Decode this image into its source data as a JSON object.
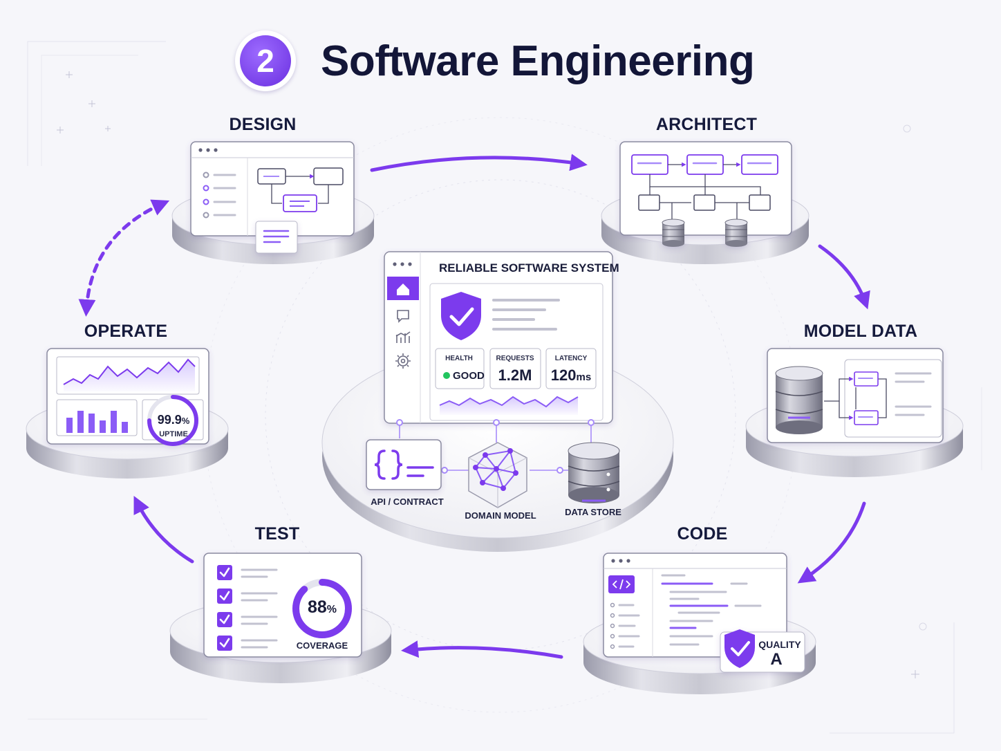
{
  "header": {
    "step_number": "2",
    "title": "Software Engineering"
  },
  "stages": {
    "design": "DESIGN",
    "architect": "ARCHITECT",
    "model_data": "MODEL DATA",
    "code": "CODE",
    "test": "TEST",
    "operate": "OPERATE"
  },
  "center": {
    "title": "RELIABLE SOFTWARE SYSTEM",
    "health_label": "HEALTH",
    "health_value": "GOOD",
    "requests_label": "REQUESTS",
    "requests_value": "1.2M",
    "latency_label": "LATENCY",
    "latency_value": "120",
    "latency_unit": "ms",
    "components": [
      "API / CONTRACT",
      "DOMAIN MODEL",
      "DATA STORE"
    ]
  },
  "operate": {
    "uptime_value": "99.9",
    "uptime_unit": "%",
    "uptime_label": "UPTIME"
  },
  "test": {
    "coverage_value": "88",
    "coverage_unit": "%",
    "coverage_label": "COVERAGE",
    "coverage_fraction": 0.88
  },
  "code": {
    "quality_label": "QUALITY",
    "quality_grade": "A"
  },
  "colors": {
    "accent": "#7c3aed",
    "accent_light": "#a78bfa",
    "ink": "#151a3c",
    "health_good": "#22c55e"
  },
  "icons": {
    "center_nav": [
      "home-icon",
      "chat-icon",
      "chart-icon",
      "gear-icon"
    ],
    "other": [
      "shield-check-icon",
      "database-icon",
      "code-braces-icon",
      "cube-network-icon",
      "checkbox-icon",
      "code-tag-icon"
    ]
  }
}
